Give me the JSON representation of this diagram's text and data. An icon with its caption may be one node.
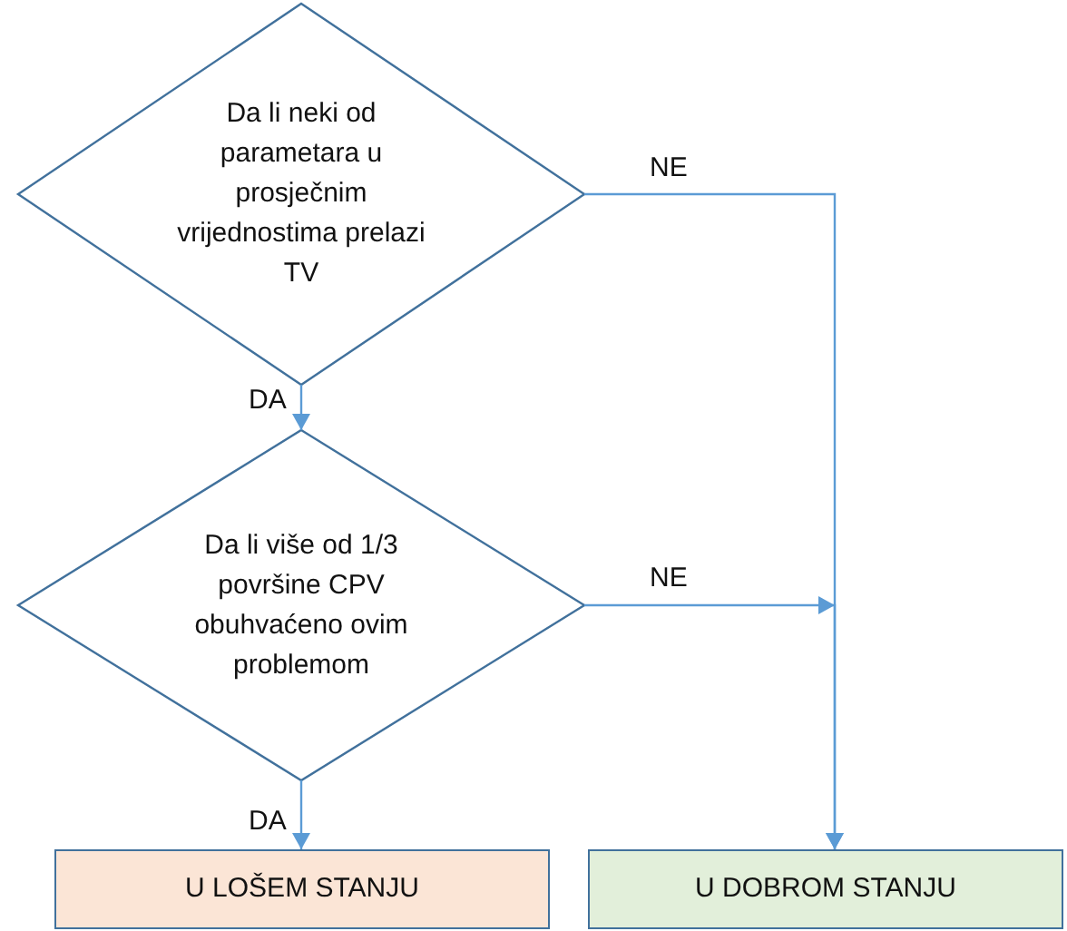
{
  "diagram": {
    "nodes": [
      {
        "text": [
          "Da li neki od parametara u prosječnim vrijednostima prelazi TV"
        ]
      },
      {
        "text": [
          "Da li više od 1/3 površine CPV obuhvaćeno ovim problemom"
        ]
      },
      {
        "text": [
          "U LOŠEM STANJU"
        ]
      },
      {
        "text": [
          "U DOBROM STANJU"
        ]
      }
    ],
    "edges": [
      {
        "from": 0,
        "to": 1,
        "arrow": "to",
        "label": "DA"
      },
      {
        "from": 0,
        "to": 3,
        "arrow": "to",
        "label": "NE"
      },
      {
        "from": 1,
        "to": 2,
        "arrow": "to",
        "label": "DA"
      },
      {
        "from": 1,
        "to": 3,
        "arrow": "to",
        "label": "NE"
      }
    ]
  }
}
